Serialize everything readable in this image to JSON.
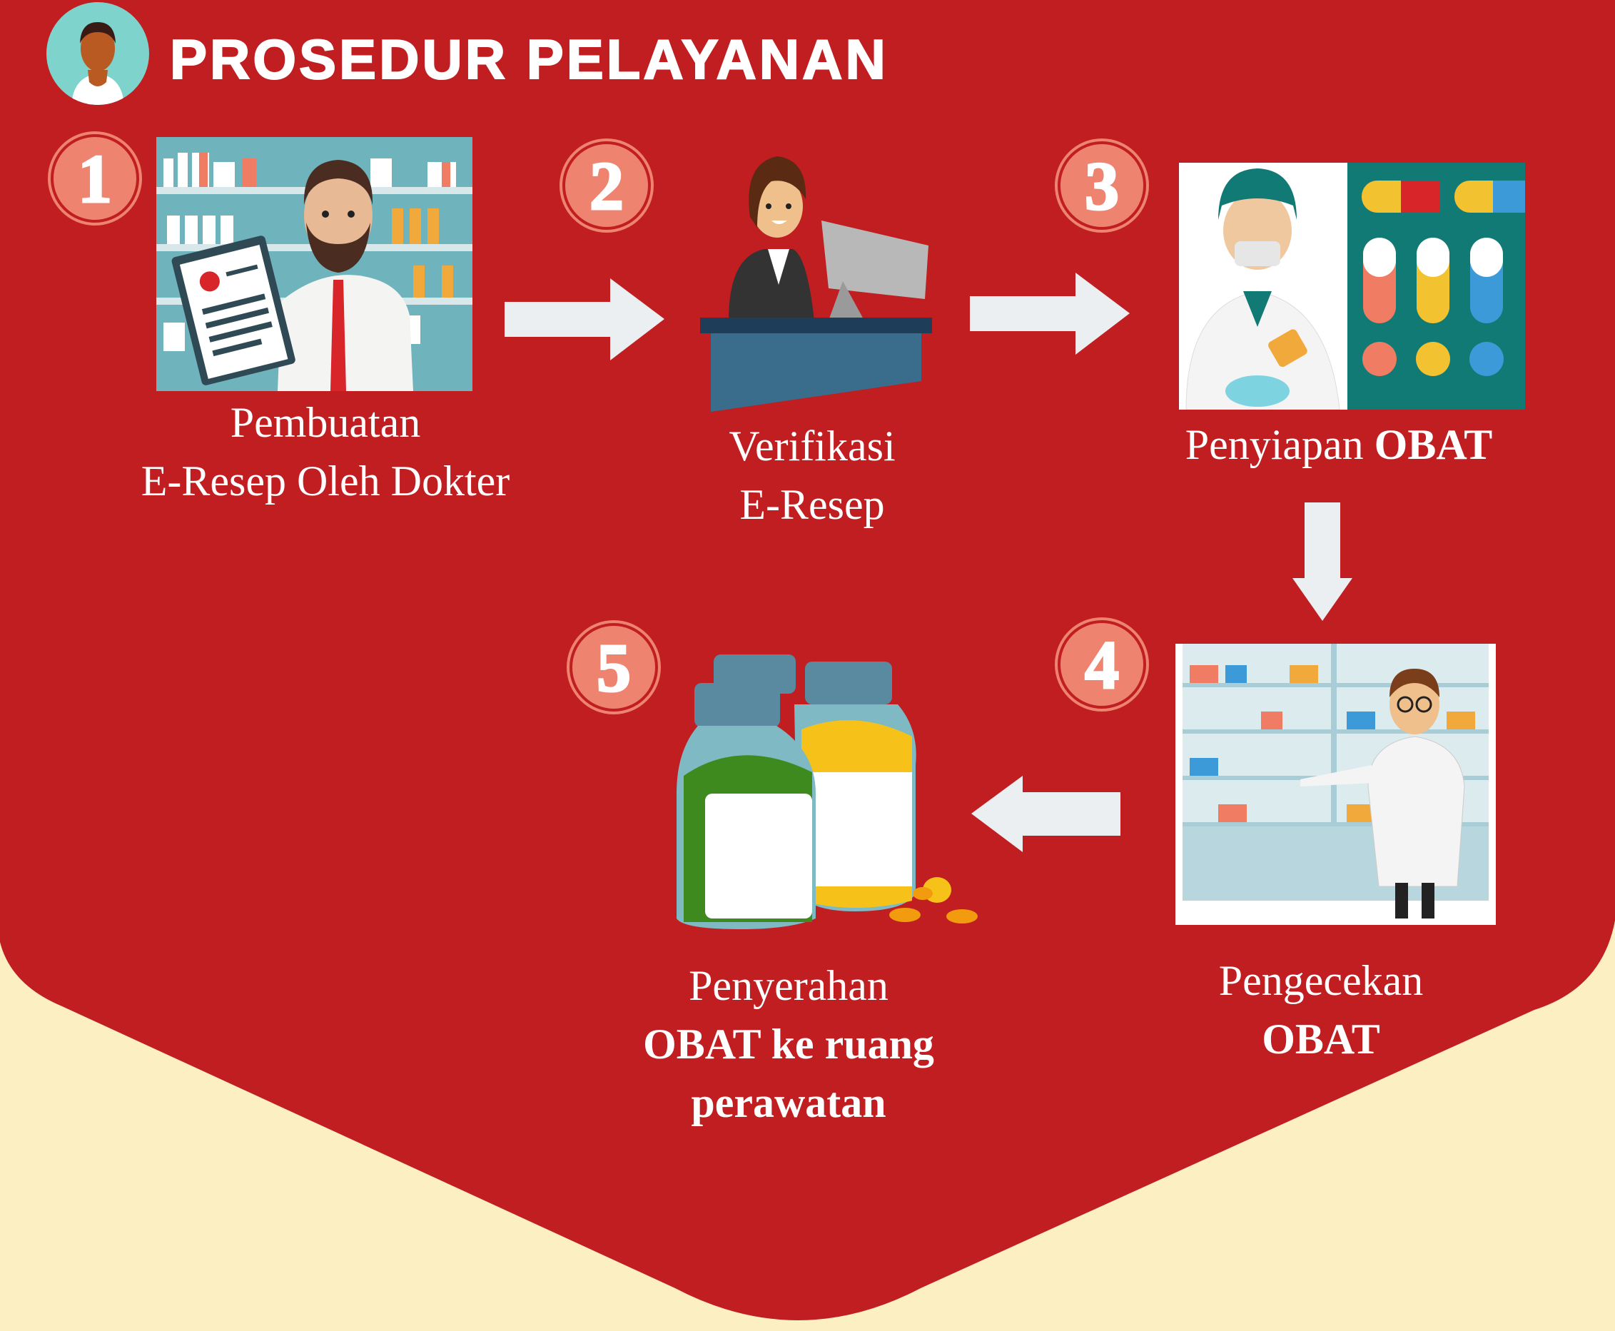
{
  "header": {
    "title": "PROSEDUR PELAYANAN",
    "avatar_icon": "person-avatar-icon"
  },
  "colors": {
    "red": "#C01E20",
    "cream": "#FCF0C3",
    "badge": "#EE8370",
    "arrow": "#ECEFF1"
  },
  "steps": [
    {
      "number": "1",
      "lines": [
        "Pembuatan",
        "E-Resep Oleh Dokter"
      ],
      "icon": "doctor-prescription-icon"
    },
    {
      "number": "2",
      "lines": [
        "Verifikasi",
        "E-Resep"
      ],
      "icon": "receptionist-computer-icon"
    },
    {
      "number": "3",
      "normal": "Penyiapan",
      "bold": "OBAT",
      "icon": "pharmacist-pills-icon"
    },
    {
      "number": "4",
      "lines": [
        "Pengecekan",
        "OBAT"
      ],
      "icon": "pharmacist-shelves-icon"
    },
    {
      "number": "5",
      "lines": [
        "Penyerahan",
        "OBAT ke ruang",
        "perawatan"
      ],
      "icon": "medicine-bottles-icon"
    }
  ]
}
